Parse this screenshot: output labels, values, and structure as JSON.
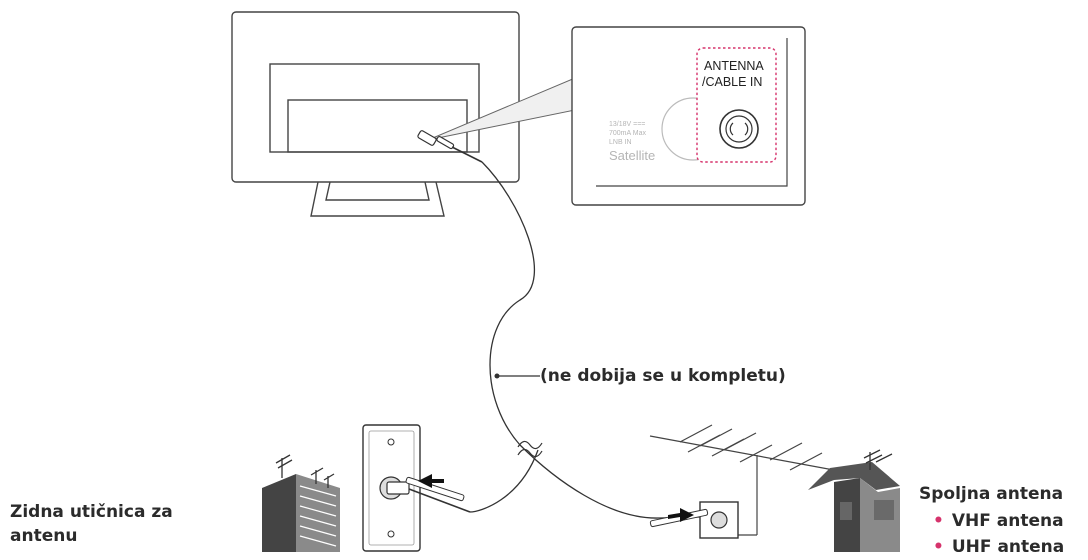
{
  "panel": {
    "antenna_label_line1": "ANTENNA",
    "antenna_label_line2": "/CABLE IN",
    "sat_spec1": "13/18V ===",
    "sat_spec2": "700mA Max",
    "sat_spec3": "LNB IN",
    "sat_name": "Satellite"
  },
  "cable_note": "(ne dobija se u kompletu)",
  "wall_outlet": {
    "title": "Zidna utičnica za antenu"
  },
  "outdoor": {
    "title": "Spoljna antena",
    "items": [
      "VHF antena",
      "UHF antena"
    ]
  },
  "colors": {
    "highlight": "#d6336c",
    "line": "#333333",
    "panel_text": "#b5b5b5"
  }
}
